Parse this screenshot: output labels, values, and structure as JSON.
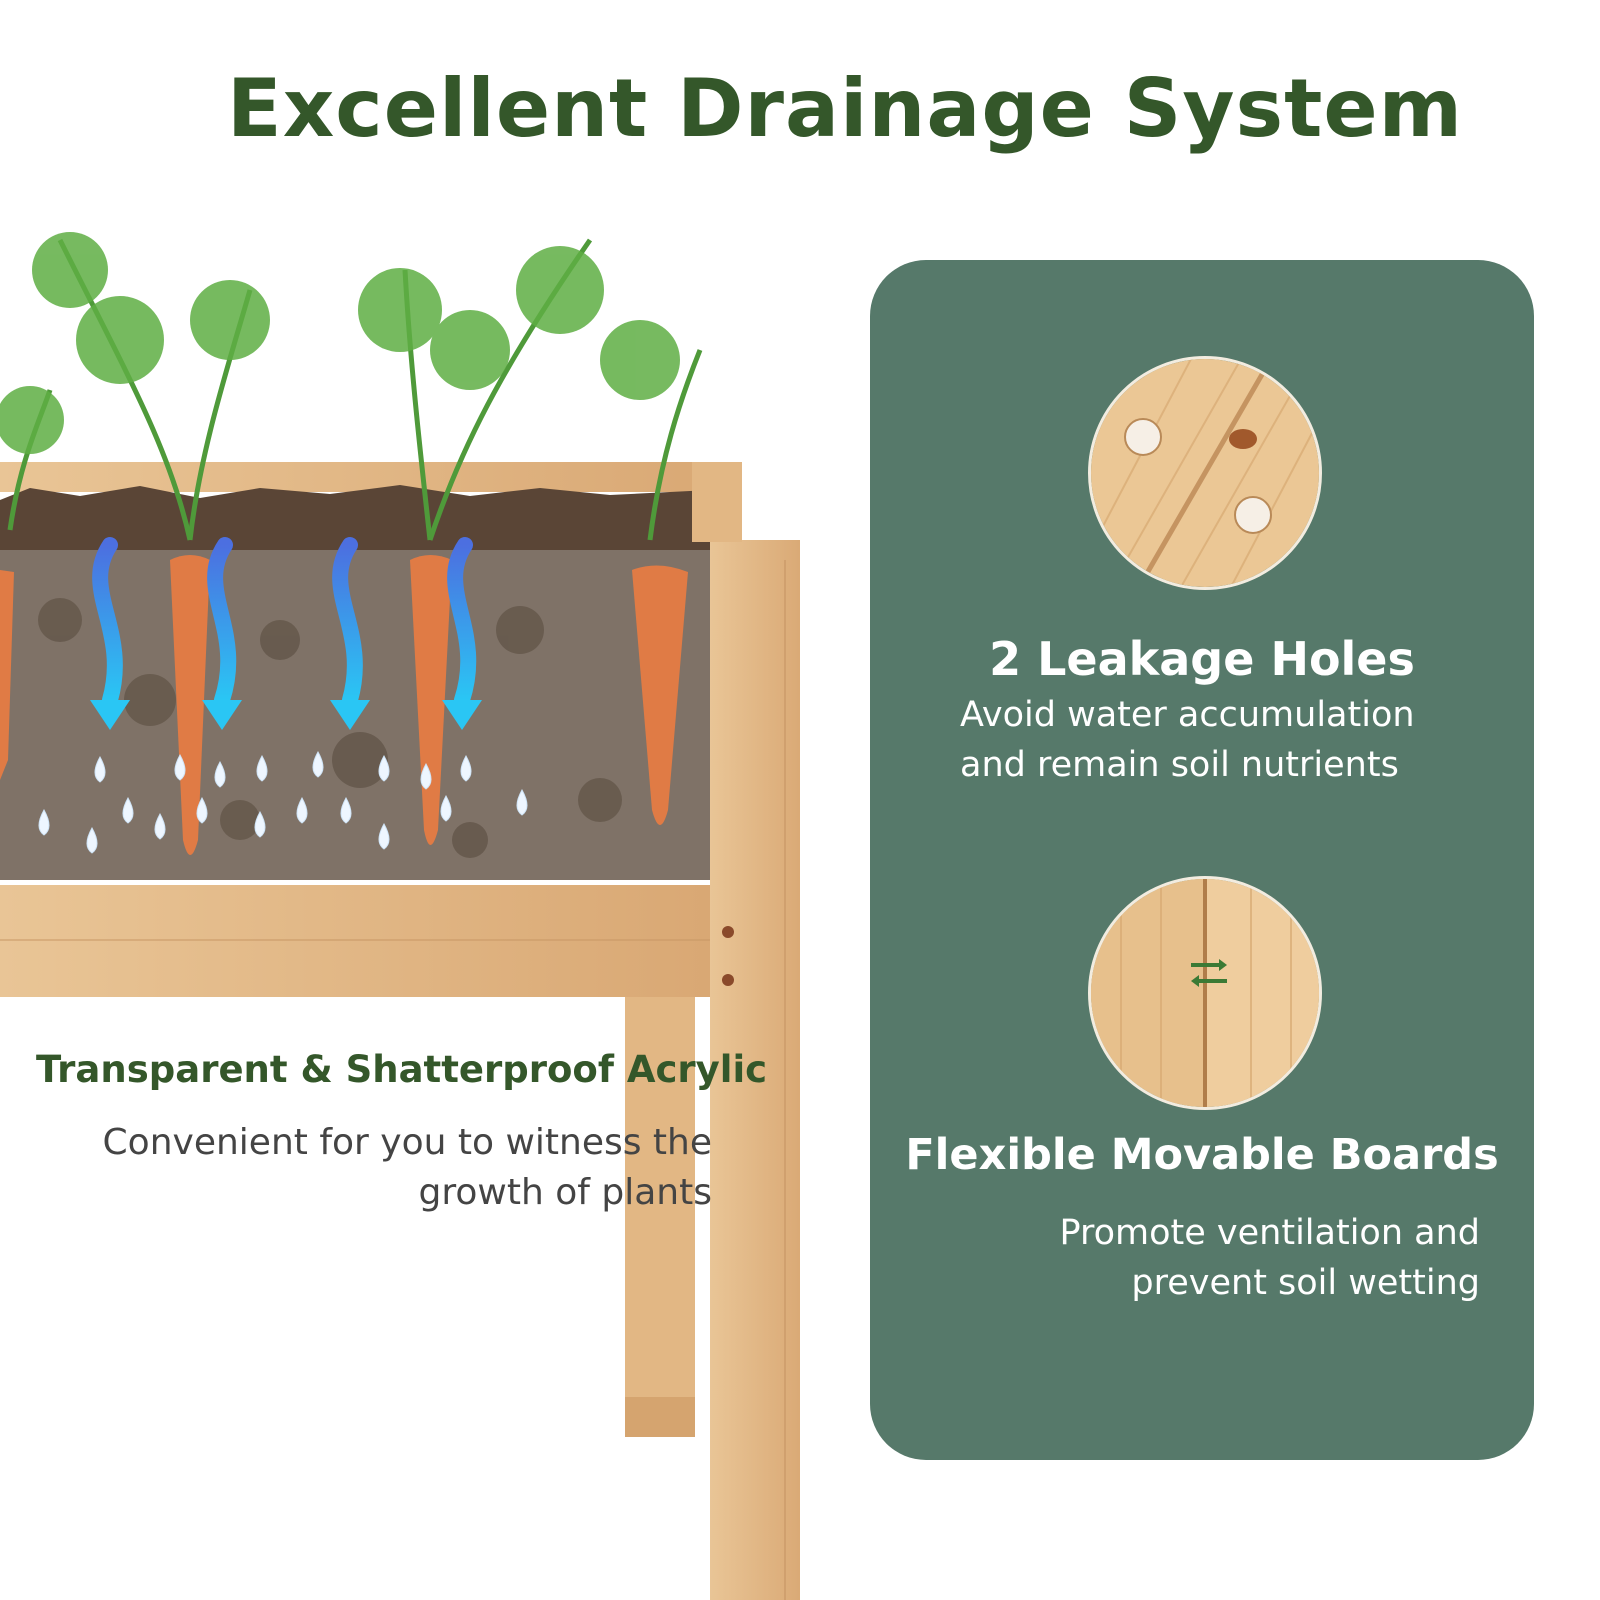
{
  "header": {
    "title": "Excellent Drainage System"
  },
  "left": {
    "heading": "Transparent & Shatterproof Acrylic",
    "description": "Convenient for you to witness the growth of plants"
  },
  "card": {
    "features": [
      {
        "heading": "2 Leakage Holes",
        "description": "Avoid water accumulation and remain soil nutrients"
      },
      {
        "heading": "Flexible Movable Boards",
        "description": "Promote ventilation and prevent soil wetting"
      }
    ]
  },
  "colors": {
    "title_green": "#34572a",
    "card_green": "#56796a",
    "wood": "#e6bd8a",
    "soil": "#6b5a4b",
    "water": "#3aa4ee"
  },
  "icons": [
    "arrow-down-icon",
    "water-drop-icon",
    "swap-arrows-icon"
  ]
}
